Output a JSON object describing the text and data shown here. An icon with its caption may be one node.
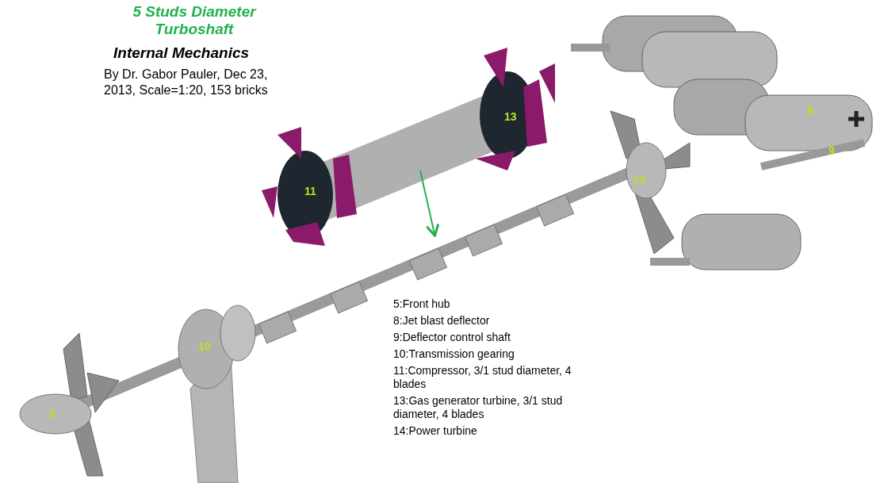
{
  "diagram": {
    "title": "5 Studs Diameter Turboshaft",
    "labels": [
      "Internal Mechanics",
      "By Dr. Gabor Pauler, Dec 23, 2013, Scale=1:20, 153 bricks",
      "8",
      "13",
      "9",
      "14",
      "11",
      "10",
      "5",
      "5:Front hub",
      "8:Jet blast deflector",
      "9:Deflector control shaft",
      "10:Transmission gearing",
      "11:Compressor, 3/1 stud diameter, 4 blades",
      "13:Gas generator turbine, 3/1 stud diameter, 4 blades",
      "14:Power turbine"
    ]
  }
}
